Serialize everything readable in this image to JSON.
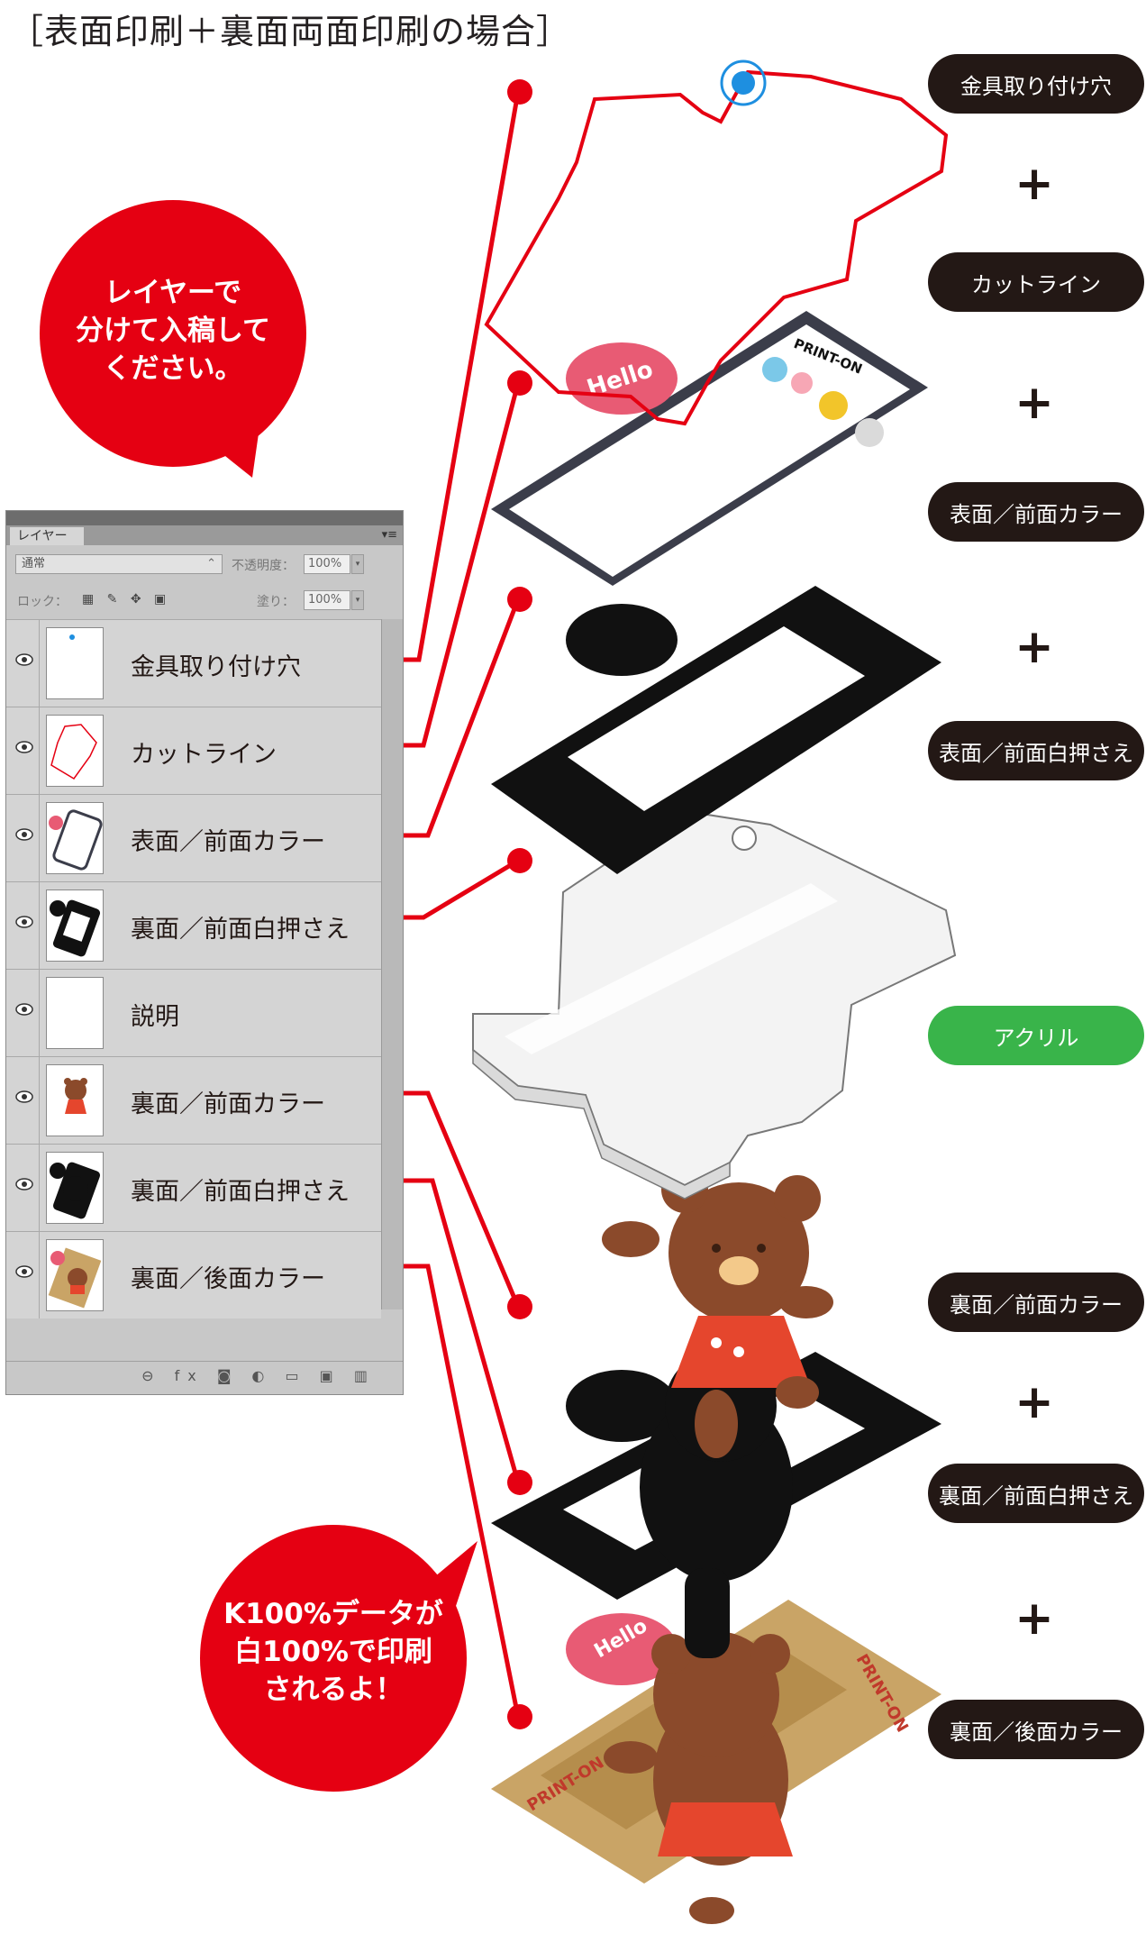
{
  "title": "［表面印刷＋裏面両面印刷の場合］",
  "speech_bubbles": {
    "top_lines": [
      "レイヤーで",
      "分けて入稿して",
      "ください。"
    ],
    "bottom_lines": [
      "K100%データが",
      "白100%で印刷",
      "されるよ！"
    ]
  },
  "panel": {
    "tab_label": "レイヤー",
    "menu_glyph": "▾≡",
    "blend_mode": "通常",
    "blend_arrow": "⌃",
    "opacity_label": "不透明度：",
    "opacity_value": "100%",
    "lock_label": "ロック：",
    "lock_icons": "▦ ✎ ✥ ▣",
    "fill_label": "塗り：",
    "fill_value": "100%",
    "pct_arrow": "▾",
    "bottom_icons": "⊖ fx ◙ ◐ ▭ ▣ ▥",
    "layers": [
      {
        "name": "金具取り付け穴"
      },
      {
        "name": "カットライン"
      },
      {
        "name": "表面／前面カラー"
      },
      {
        "name": "裏面／前面白押さえ"
      },
      {
        "name": "説明"
      },
      {
        "name": "裏面／前面カラー"
      },
      {
        "name": "裏面／前面白押さえ"
      },
      {
        "name": "裏面／後面カラー"
      }
    ]
  },
  "labels": {
    "hole": "金具取り付け穴",
    "cut": "カットライン",
    "front_color": "表面／前面カラー",
    "front_white": "表面／前面白押さえ",
    "acrylic": "アクリル",
    "back_front_color": "裏面／前面カラー",
    "back_front_white": "裏面／前面白押さえ",
    "back_rear_color": "裏面／後面カラー",
    "plus": "+"
  },
  "artwork_text": {
    "hello": "Hello",
    "brand": "PRINT-ON"
  },
  "colors": {
    "red": "#e50012",
    "black": "#231815",
    "green": "#39b44a",
    "blue": "#1e8fe0",
    "bear": "#8b4a2b",
    "dress": "#e5462d",
    "cardboard": "#c9a466"
  }
}
